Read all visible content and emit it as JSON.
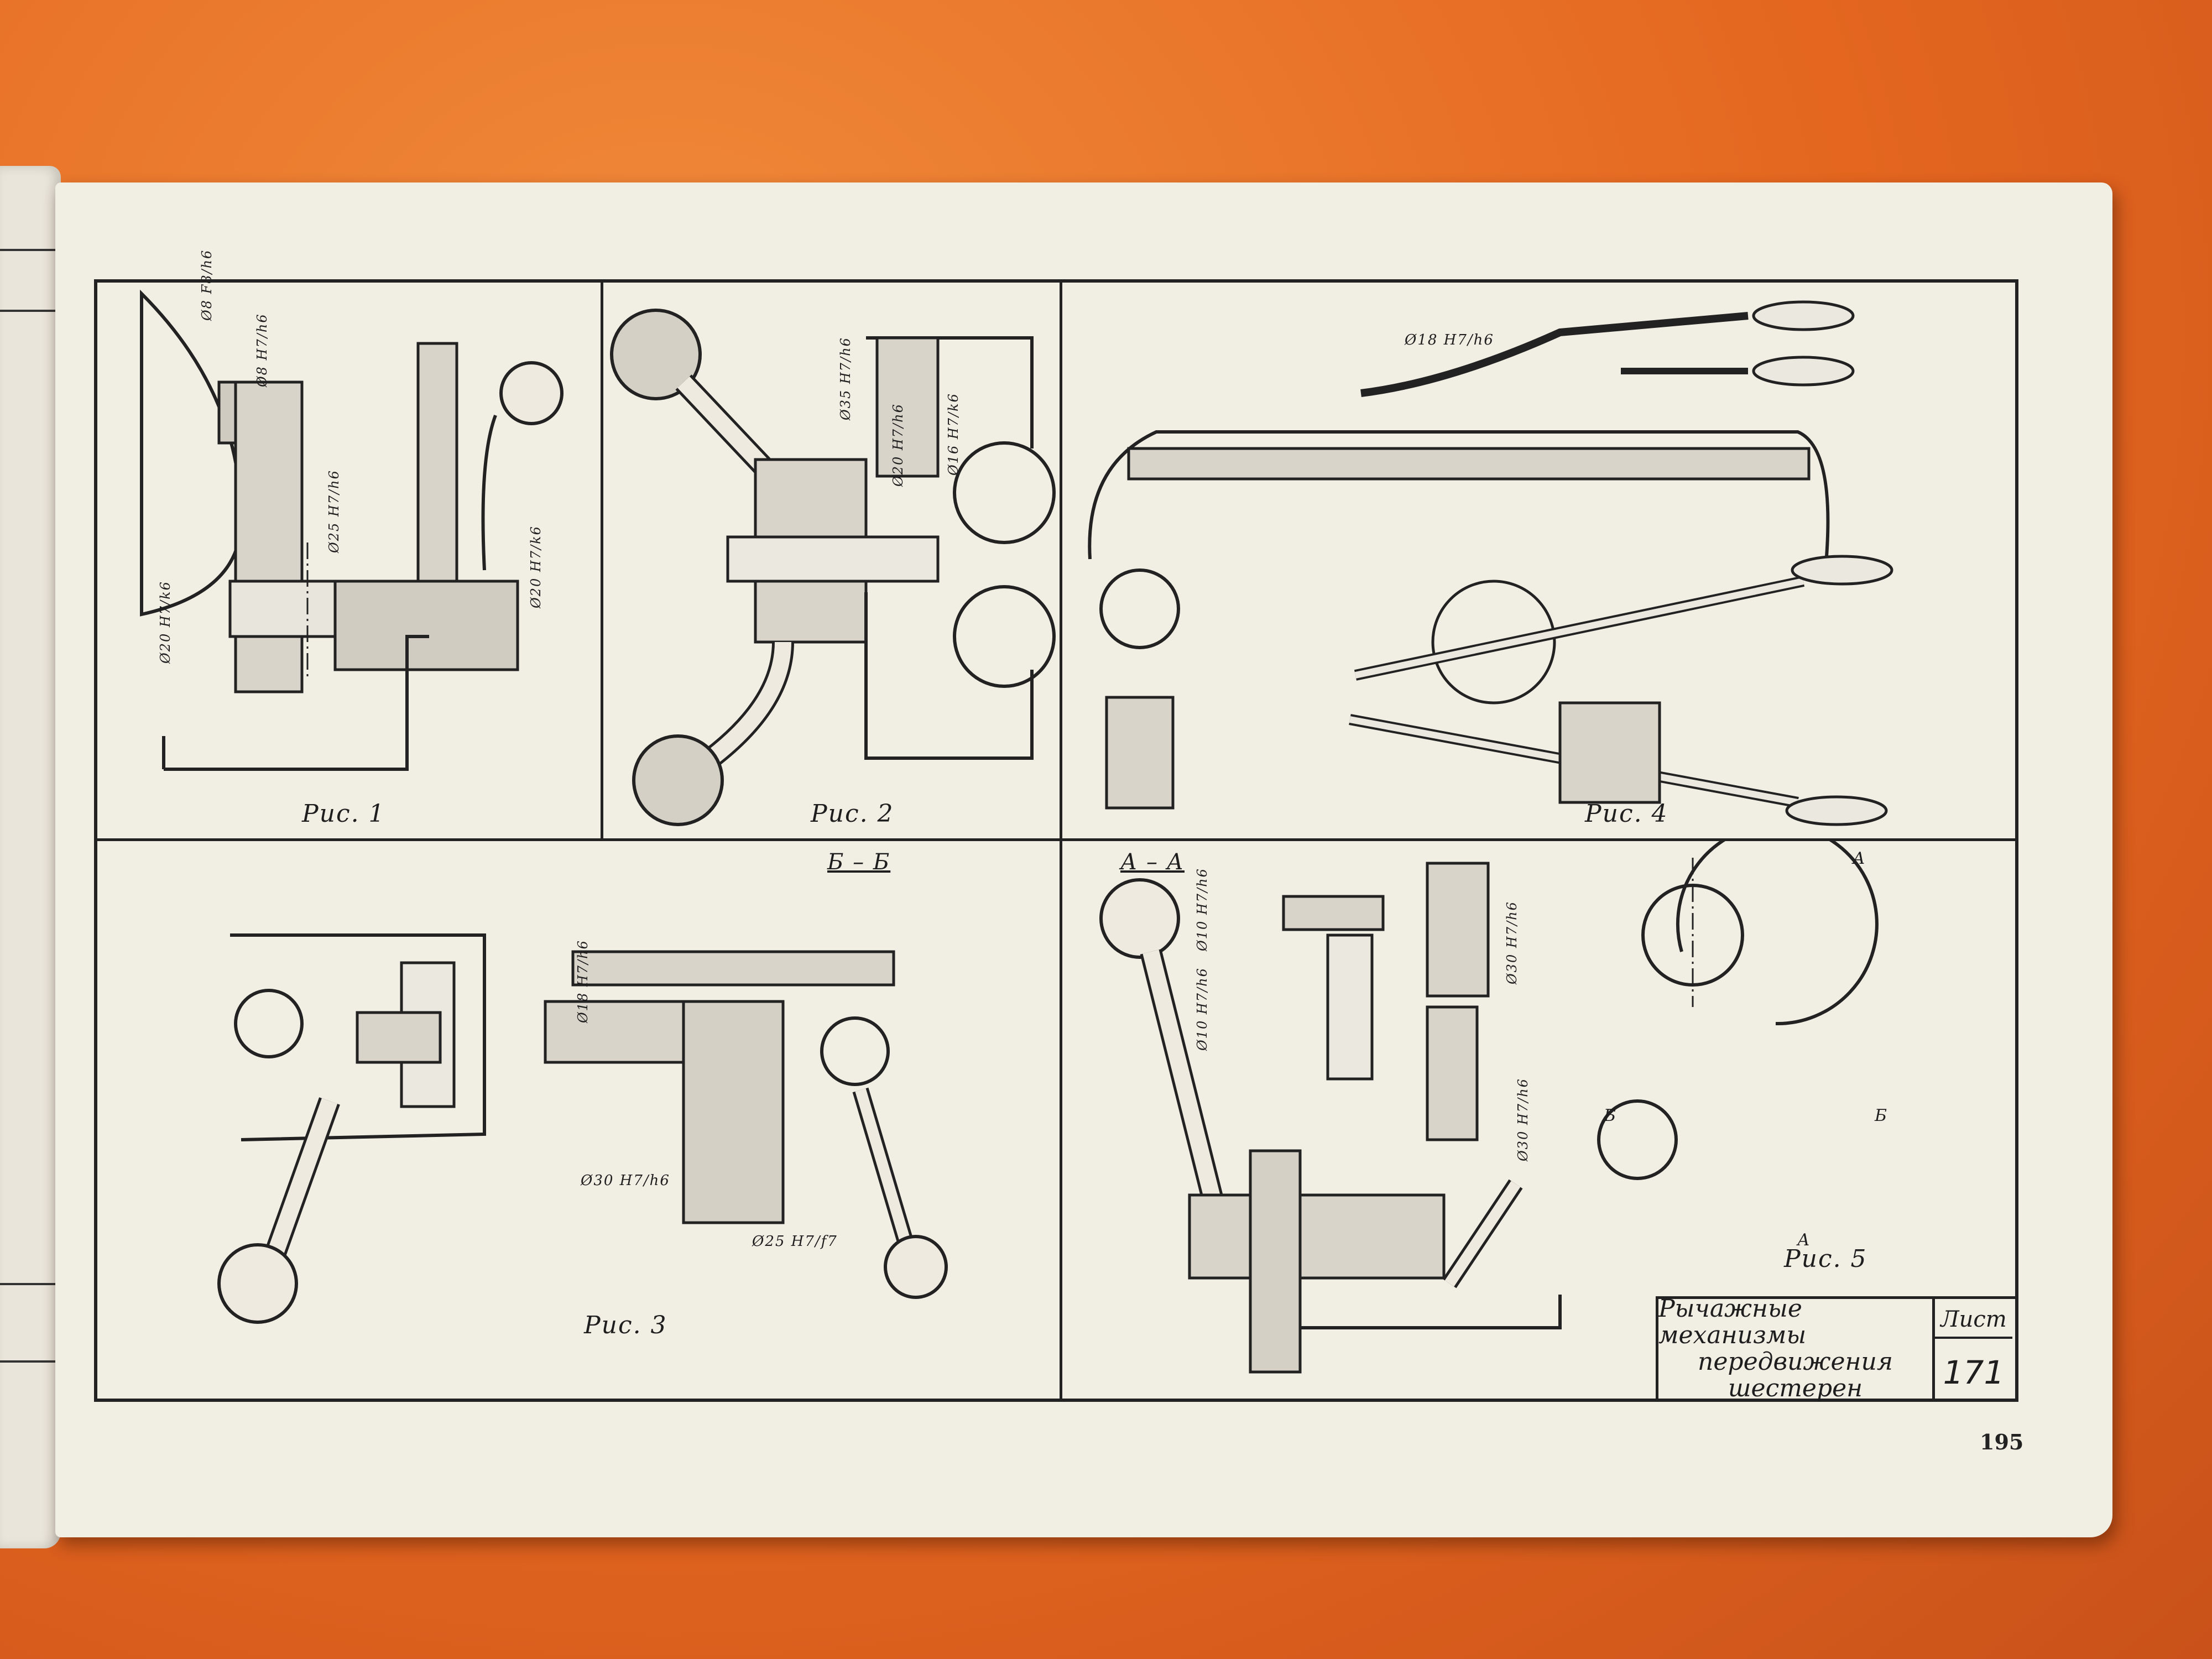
{
  "figures": [
    {
      "id": "fig1",
      "label": "Рис. 1",
      "dims": [
        "Ø8 F8/h6",
        "Ø8 H7/h6",
        "Ø25 H7/h6",
        "Ø20 H7/k6",
        "Ø20 H7/k6"
      ]
    },
    {
      "id": "fig2",
      "label": "Рис. 2",
      "dims": [
        "Ø35 H7/h6",
        "Ø20 H7/h6",
        "Ø16 H7/k6"
      ]
    },
    {
      "id": "fig3",
      "label": "Рис. 3",
      "dims": [
        "Ø18 H7/h6",
        "Ø30 H7/h6",
        "Ø25 H7/f7"
      ]
    },
    {
      "id": "fig4",
      "label": "Рис. 4",
      "dims": [
        "Ø18 H7/h6"
      ]
    },
    {
      "id": "fig5",
      "label": "Рис. 5",
      "dims": [
        "Ø10 H7/h6",
        "Ø10 H7/h6",
        "Ø30 H7/h6",
        "Ø30 H7/h6"
      ],
      "sections": [
        "Б – Б",
        "А – А"
      ],
      "markers": [
        "А",
        "А",
        "Б",
        "Б"
      ]
    }
  ],
  "title_block": {
    "title_line1": "Рычажные механизмы",
    "title_line2": "передвижения",
    "title_line3": "шестерен",
    "sheet_label": "Лист",
    "sheet_number": "171"
  },
  "page_number": "195"
}
